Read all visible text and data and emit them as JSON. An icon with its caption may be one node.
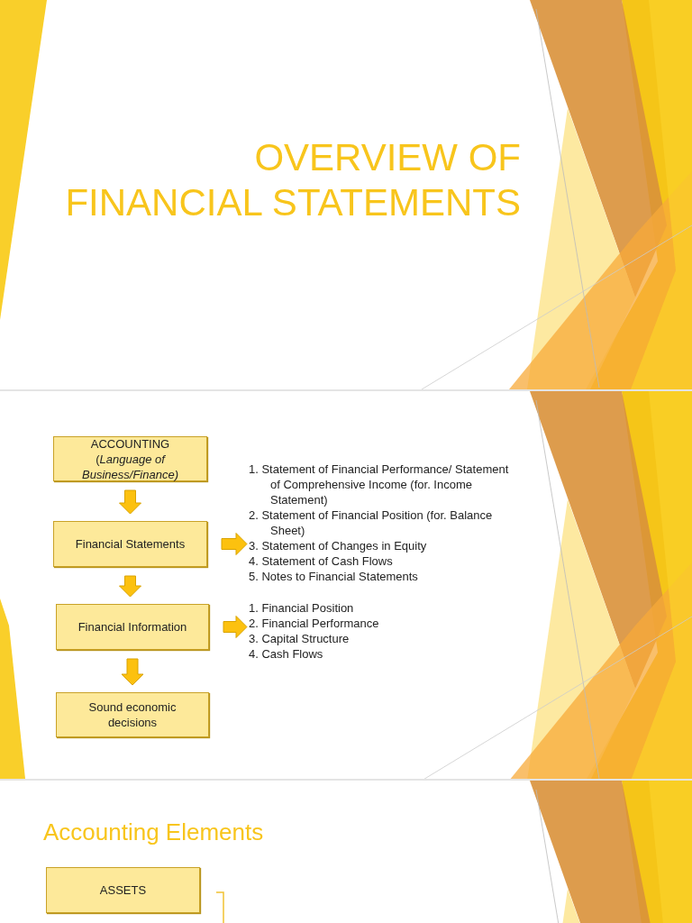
{
  "diagram": {
    "title": "OVERVIEW OF FINANCIAL STATEMENTS",
    "nodes": [
      {
        "text": [
          "ACCOUNTING (*Language of Business/Finance)*"
        ]
      },
      {
        "text": [
          "Financial Statements"
        ]
      },
      {
        "text": [
          "Financial Information"
        ]
      },
      {
        "text": [
          "Sound economic decisions"
        ]
      },
      {
        "text": [
          "1. Statement of Financial Performance/ Statement of Comprehensive Income (for. Income Statement)",
          "2. Statement of Financial Position (for. Balance Sheet)",
          "3. Statement of Changes in Equity",
          "4. Statement of Cash Flows",
          "5. Notes to Financial Statements"
        ]
      },
      {
        "text": [
          "1. Financial Position",
          "2. Financial Performance",
          "3. Capital Structure",
          "4. Cash Flows"
        ]
      },
      {
        "text": [
          "ASSETS"
        ]
      }
    ],
    "edges": [
      {
        "from": 0,
        "to": 1,
        "arrow": "to"
      },
      {
        "from": 1,
        "to": 2,
        "arrow": "to"
      },
      {
        "from": 2,
        "to": 3,
        "arrow": "to"
      },
      {
        "from": 1,
        "to": 4,
        "arrow": "to"
      },
      {
        "from": 2,
        "to": 5,
        "arrow": "to"
      }
    ],
    "labels": [
      "Accounting Elements"
    ]
  }
}
